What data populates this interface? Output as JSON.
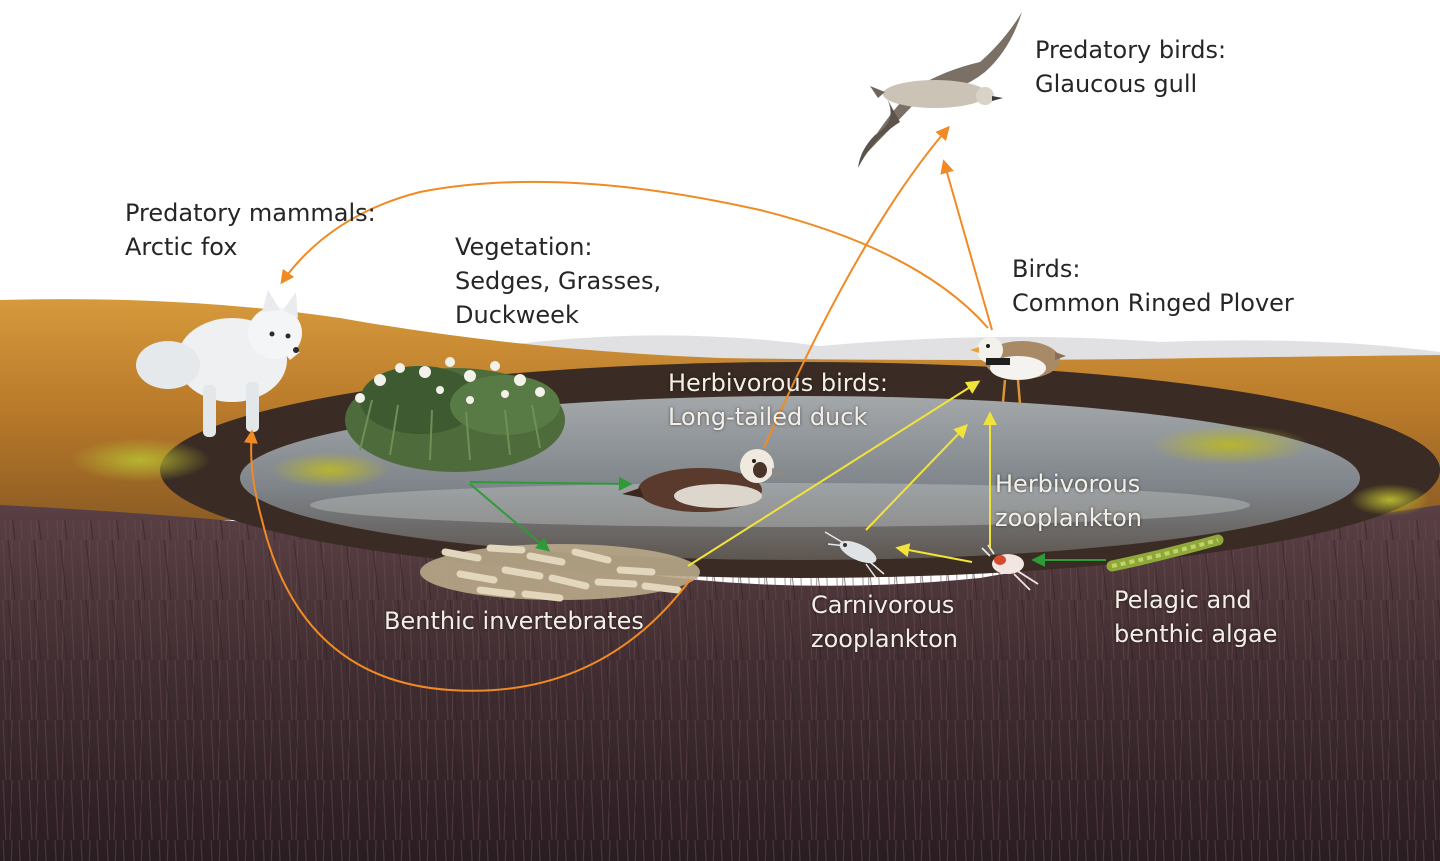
{
  "colors": {
    "sky": "#ffffff",
    "tundra": "#c9892e",
    "peat": "#4a3336",
    "water": "#8e9499",
    "arrow_orange": "#f08a24",
    "arrow_yellow": "#f2e33a",
    "arrow_green": "#2f9a38"
  },
  "labels": {
    "gull": {
      "line1": "Predatory birds:",
      "line2": "Glaucous gull"
    },
    "fox": {
      "line1": "Predatory mammals:",
      "line2": "Arctic fox"
    },
    "vegetation": {
      "line1": "Vegetation:",
      "line2": "Sedges, Grasses,",
      "line3": "Duckweek"
    },
    "plover": {
      "line1": "Birds:",
      "line2": "Common Ringed Plover"
    },
    "duck": {
      "line1": "Herbivorous birds:",
      "line2": "Long-tailed duck"
    },
    "herb_zoo": {
      "line1": "Herbivorous",
      "line2": "zooplankton"
    },
    "benthic": {
      "line1": "Benthic invertebrates"
    },
    "carn_zoo": {
      "line1": "Carnivorous",
      "line2": "zooplankton"
    },
    "algae": {
      "line1": "Pelagic and",
      "line2": "benthic algae"
    }
  },
  "icons": [
    "glaucous-gull-icon",
    "arctic-fox-icon",
    "vegetation-clump-icon",
    "ringed-plover-icon",
    "long-tailed-duck-icon",
    "benthic-invertebrates-icon",
    "carnivorous-zooplankton-icon",
    "herbivorous-zooplankton-icon",
    "algae-filament-icon"
  ]
}
